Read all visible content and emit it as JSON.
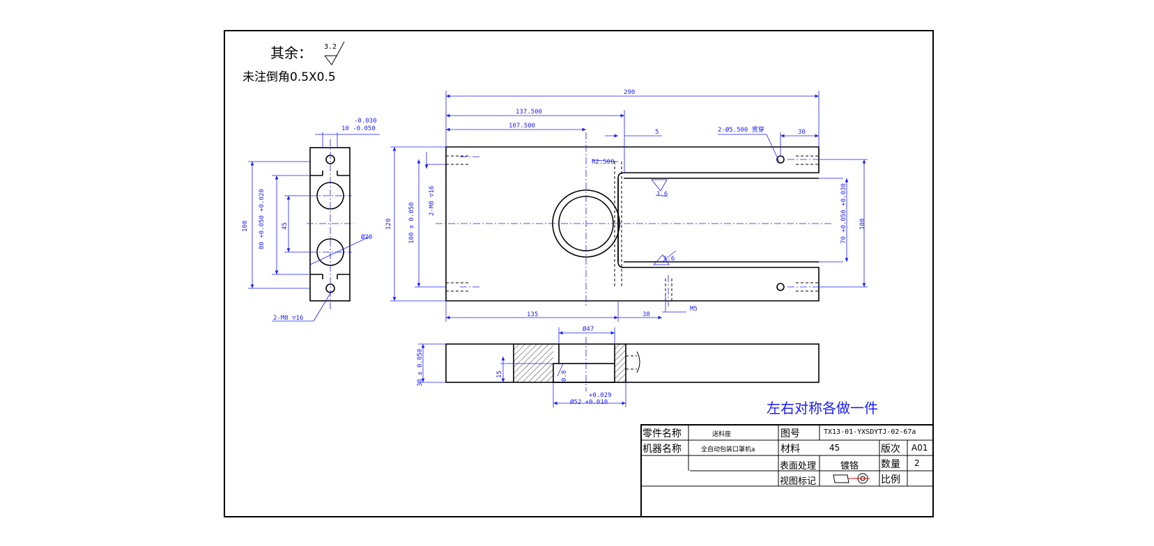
{
  "notes": {
    "rest_label": "其余：",
    "roughness_general": "3.2",
    "chamfer_note": "未注倒角0.5X0.5",
    "symmetric_note": "左右对称各做一件"
  },
  "dimensions": {
    "side": {
      "width_tol_upper": "-0.030",
      "width_tol": "10 -0.050",
      "height": "100",
      "inner": "80 +0.050 +0.020",
      "spacing": "45",
      "hole_dia": "Ø20",
      "thread": "2-M8 ▽16"
    },
    "front": {
      "overall": "290",
      "len_137": "137.500",
      "len_107": "107.500",
      "gap": "5",
      "hole_note": "2-Ø5.500 贯穿",
      "end": "30",
      "radius": "R2.500",
      "height": "120",
      "inner_h": "100 ± 0.050",
      "thread_left": "2-M8 ▽16",
      "slot": "70 +0.050 +0.030",
      "right_h": "100",
      "bottom_135": "135",
      "bottom_38": "38",
      "m5": "M5",
      "rough_1": "1.6",
      "rough_2": "1.6"
    },
    "section": {
      "bore_top": "Ø47",
      "thickness": "30 ± 0.050",
      "depth": "15",
      "step": "0.8",
      "bore_tol": "+0.029",
      "bore": "Ø52 +0.010"
    }
  },
  "title_block": {
    "part_name_label": "零件名称",
    "part_name": "送料座",
    "drawing_no_label": "图号",
    "drawing_no": "TX13-01-YXSDYTJ-02-67a",
    "machine_name_label": "机器名称",
    "machine_name": "全自动包装口罩机a",
    "material_label": "材料",
    "material": "45",
    "version_label": "版次",
    "version": "A01",
    "surface_label": "表面处理",
    "surface": "镀铬",
    "quantity_label": "数量",
    "quantity": "2",
    "view_mark_label": "视图标记",
    "scale_label": "比例"
  }
}
